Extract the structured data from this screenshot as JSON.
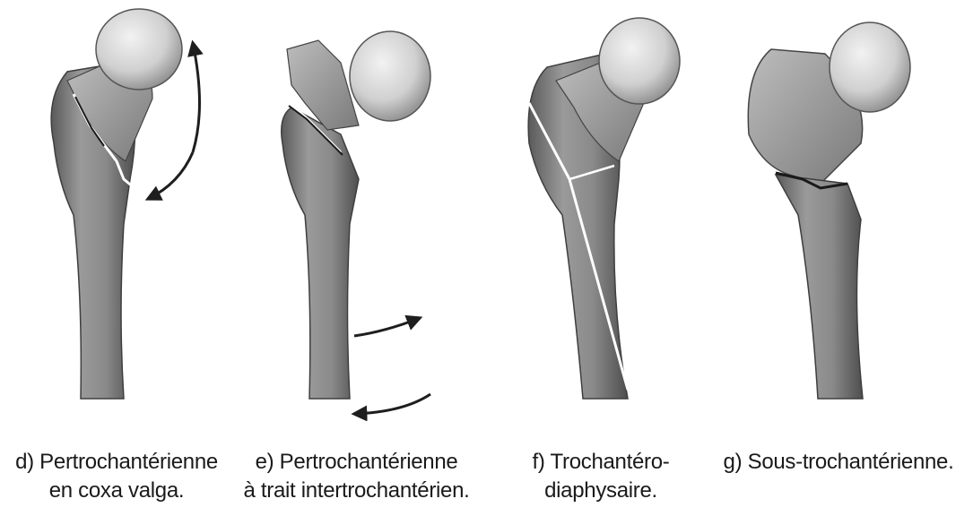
{
  "figures": [
    {
      "id": "d",
      "caption": [
        "d) Pertrochantérienne",
        "en coxa valga."
      ]
    },
    {
      "id": "e",
      "caption": [
        "e) Pertrochantérienne",
        "à trait intertrochantérien."
      ]
    },
    {
      "id": "f",
      "caption": [
        "f) Trochantéro-",
        "diaphysaire."
      ]
    },
    {
      "id": "g",
      "caption": [
        "g) Sous-trochantérienne."
      ]
    }
  ],
  "colors": {
    "bone": "#8d8d8d",
    "bone_dark": "#5e5e5e",
    "head": "#d4d4d4",
    "fracture": "#ffffff",
    "arrow": "#1e1e1e"
  }
}
